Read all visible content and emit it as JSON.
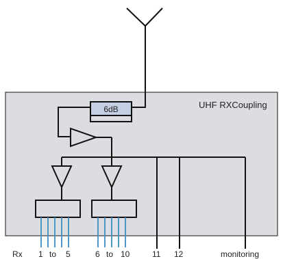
{
  "diagram": {
    "title": "UHF RXCoupling",
    "attenuator_label": "6dB",
    "labels": {
      "rx": "Rx",
      "g1_start": "1",
      "g1_to": "to",
      "g1_end": "5",
      "g2_start": "6",
      "g2_to": "to",
      "g2_end": "10",
      "out11": "11",
      "out12": "12",
      "monitoring": "monitoring"
    },
    "colors": {
      "box_fill": "#dcdde0",
      "box_stroke": "#3a3a3a",
      "attenuator_fill": "#c4cfe3",
      "line": "#111111",
      "output_lines": "#3d8fc4"
    },
    "icons": [
      "antenna-icon",
      "amplifier-icon",
      "splitter-icon"
    ]
  }
}
